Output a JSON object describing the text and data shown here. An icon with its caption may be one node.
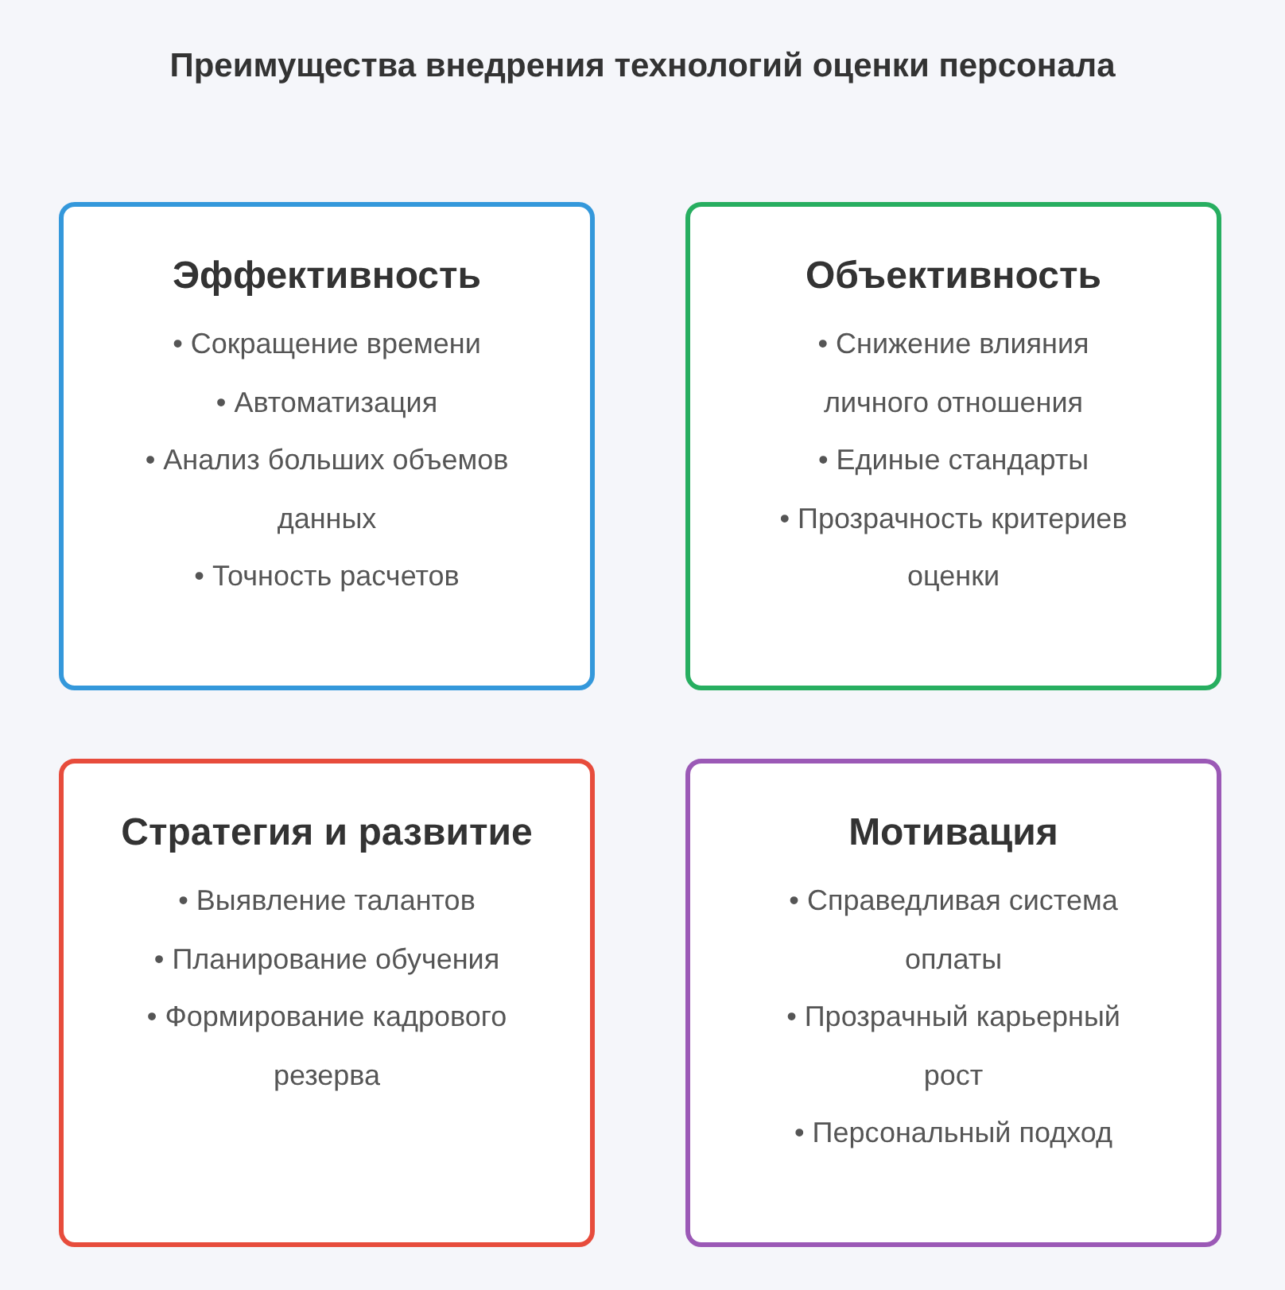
{
  "diagram": {
    "title": "Преимущества внедрения технологий оценки персонала",
    "nodes": [
      {
        "text": [
          "Эффективность",
          "• Сокращение времени",
          "• Автоматизация",
          "• Анализ больших объемов данных",
          "• Точность расчетов"
        ]
      },
      {
        "text": [
          "Объективность",
          "• Снижение влияния личного отношения",
          "• Единые стандарты",
          "• Прозрачность критериев оценки"
        ]
      },
      {
        "text": [
          "Стратегия и развитие",
          "• Выявление талантов",
          "• Планирование обучения",
          "• Формирование кадрового резерва"
        ]
      },
      {
        "text": [
          "Мотивация",
          "• Справедливая система оплаты",
          "• Прозрачный карьерный рост",
          "• Персональный подход"
        ]
      }
    ],
    "edges": []
  }
}
